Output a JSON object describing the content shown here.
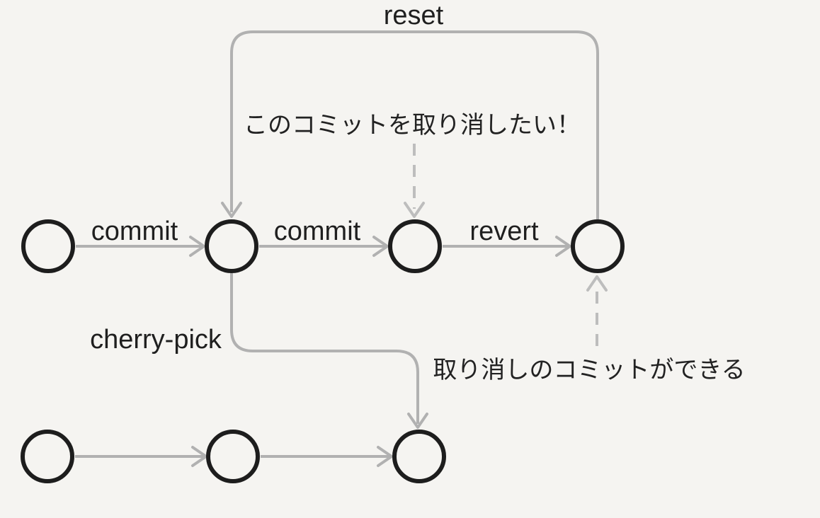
{
  "colors": {
    "background": "#f5f4f1",
    "node_stroke": "#1d1d1d",
    "arrow_gray": "#b1b1b1",
    "dashed_arrow_gray": "#bdbdbd",
    "text": "#1f1f1f"
  },
  "diagram": {
    "type": "git-history-flow",
    "top_branch_node_count": 4,
    "bottom_branch_node_count": 3,
    "edge_labels": {
      "commit_1": "commit",
      "commit_2": "commit",
      "revert": "revert",
      "reset": "reset",
      "cherry_pick": "cherry-pick"
    },
    "annotations": {
      "want_to_undo": "このコミットを取り消したい！",
      "revert_creates_commit": "取り消しのコミットができる"
    }
  }
}
